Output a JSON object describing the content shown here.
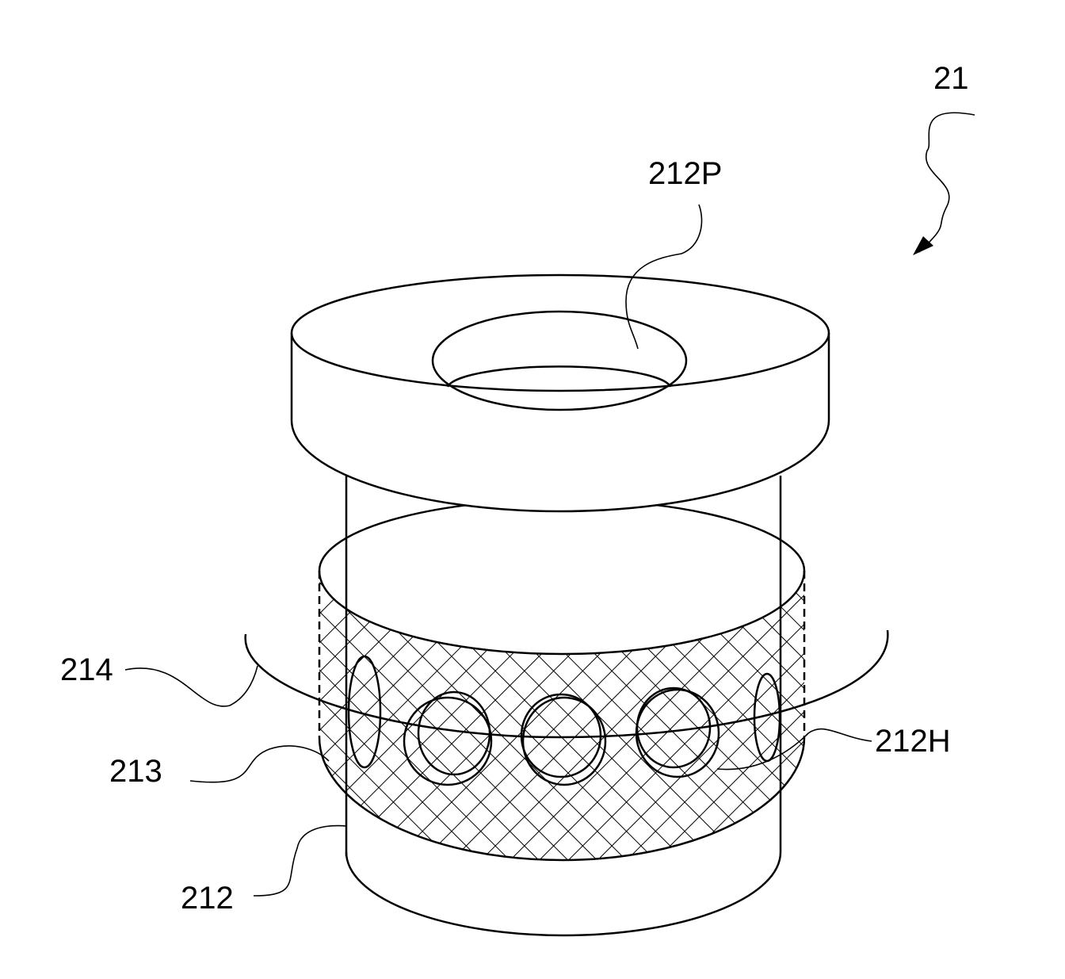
{
  "figure": {
    "labels": {
      "assembly": "21",
      "passage": "212P",
      "wire": "214",
      "mesh": "213",
      "holes": "212H",
      "tube": "212"
    }
  }
}
